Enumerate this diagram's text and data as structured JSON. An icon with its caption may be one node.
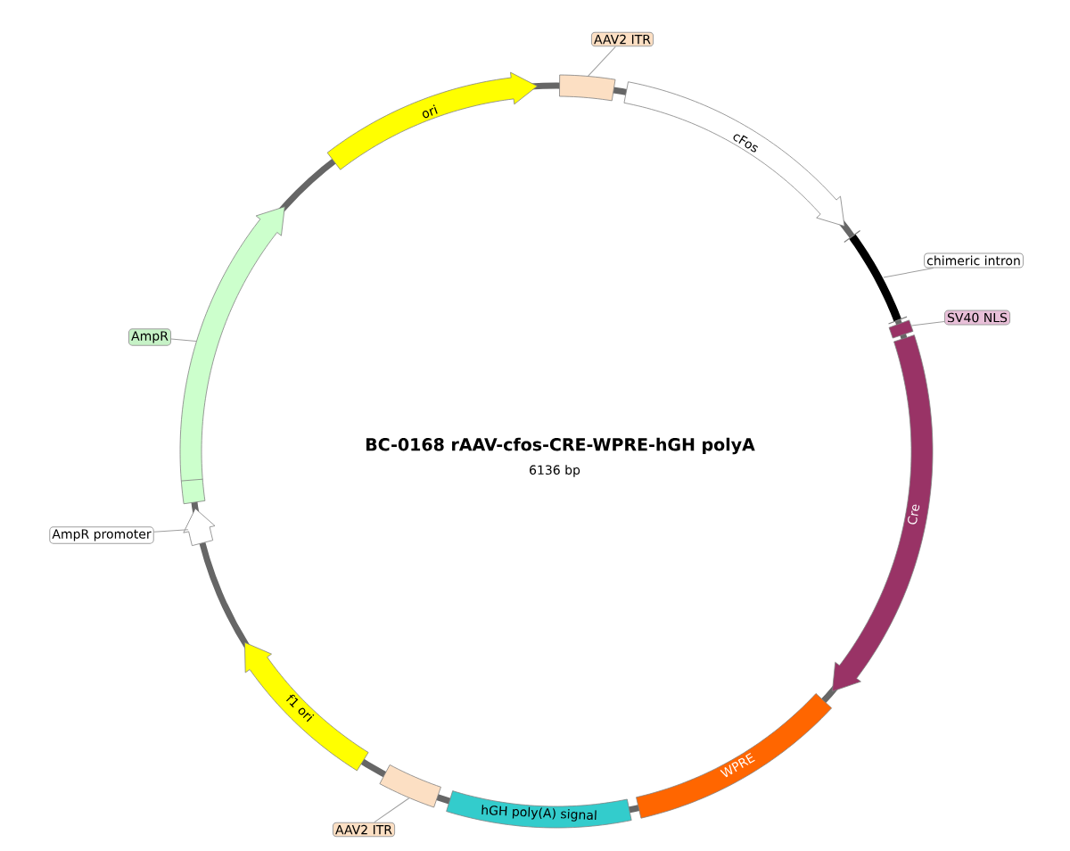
{
  "diagram": {
    "title": "BC-0168 rAAV-cfos-CRE-WPRE-hGH polyA",
    "nodes": [
      {
        "text": [
          "AAV2 ITR"
        ]
      },
      {
        "text": [],
        "shape": "box"
      },
      {
        "text": [
          "cFos"
        ]
      },
      {
        "text": [
          "chimeric intron"
        ]
      },
      {
        "text": [],
        "shape": "line"
      },
      {
        "text": [
          "SV40 NLS"
        ]
      },
      {
        "text": [],
        "shape": "box"
      },
      {
        "text": [
          "Cre"
        ]
      },
      {
        "text": [
          "WPRE"
        ]
      },
      {
        "text": [
          "hGH poly(A) signal"
        ]
      },
      {
        "text": [
          "AAV2 ITR"
        ]
      },
      {
        "text": [],
        "shape": "box"
      },
      {
        "text": [
          "f1 ori"
        ]
      },
      {
        "text": [
          "AmpR"
        ]
      },
      {
        "text": [],
        "shape": "arrow"
      },
      {
        "text": [
          "AmpR promoter"
        ]
      },
      {
        "text": [],
        "shape": "arrow"
      },
      {
        "text": [
          "ori"
        ]
      }
    ],
    "edges": [
      {
        "from": 0,
        "to": 1,
        "arrow": "none"
      },
      {
        "from": 3,
        "to": 4,
        "arrow": "none"
      },
      {
        "from": 5,
        "to": 6,
        "arrow": "none"
      },
      {
        "from": 10,
        "to": 11,
        "arrow": "none"
      },
      {
        "from": 13,
        "to": 14,
        "arrow": "none"
      },
      {
        "from": 15,
        "to": 16,
        "arrow": "none"
      }
    ],
    "labels": [
      "6136 bp"
    ]
  }
}
